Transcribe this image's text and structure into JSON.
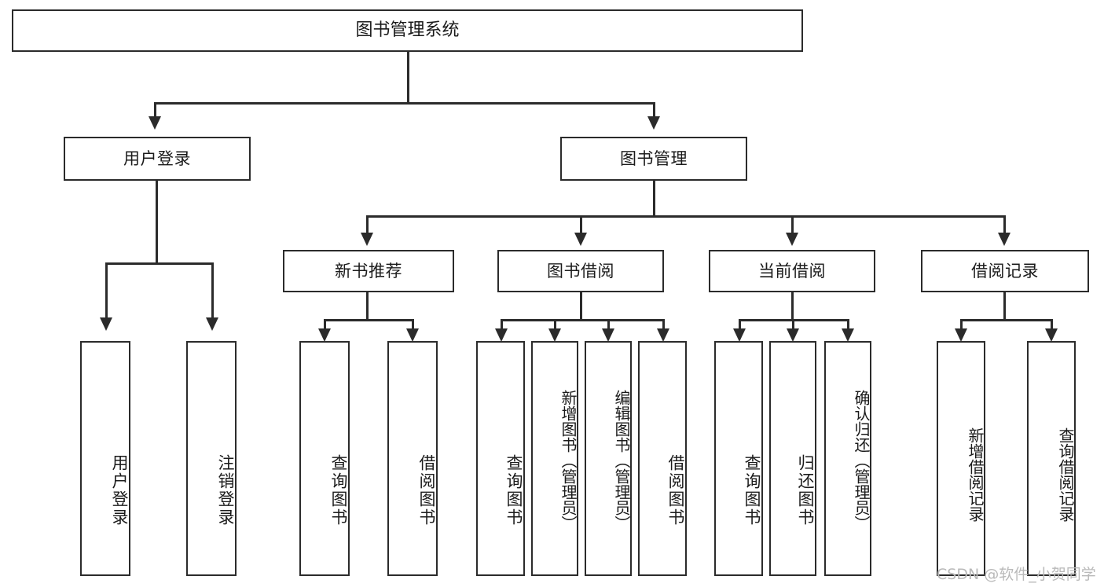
{
  "diagram": {
    "type": "tree",
    "title": "图书管理系统",
    "watermark": "CSDN @软件_小贺同学",
    "colors": {
      "stroke": "#2b2b2b",
      "fill": "#ffffff",
      "text": "#1b1b1b",
      "watermark": "#b9b9b9"
    },
    "root": {
      "label": "图书管理系统"
    },
    "level2": [
      {
        "label": "用户登录"
      },
      {
        "label": "图书管理"
      }
    ],
    "level3": [
      {
        "label": "新书推荐"
      },
      {
        "label": "图书借阅"
      },
      {
        "label": "当前借阅"
      },
      {
        "label": "借阅记录"
      }
    ],
    "leaves": {
      "user_login": [
        {
          "label": "用户登录"
        },
        {
          "label": "注销登录"
        }
      ],
      "new_book": [
        {
          "label": "查询图书"
        },
        {
          "label": "借阅图书"
        }
      ],
      "book_borrow": [
        {
          "label": "查询图书"
        },
        {
          "label": "新增图书（管理员）"
        },
        {
          "label": "编辑图书（管理员）"
        },
        {
          "label": "借阅图书"
        }
      ],
      "current_borrow": [
        {
          "label": "查询图书"
        },
        {
          "label": "归还图书"
        },
        {
          "label": "确认归还（管理员）"
        }
      ],
      "borrow_record": [
        {
          "label": "新增借阅记录"
        },
        {
          "label": "查询借阅记录"
        }
      ]
    }
  }
}
